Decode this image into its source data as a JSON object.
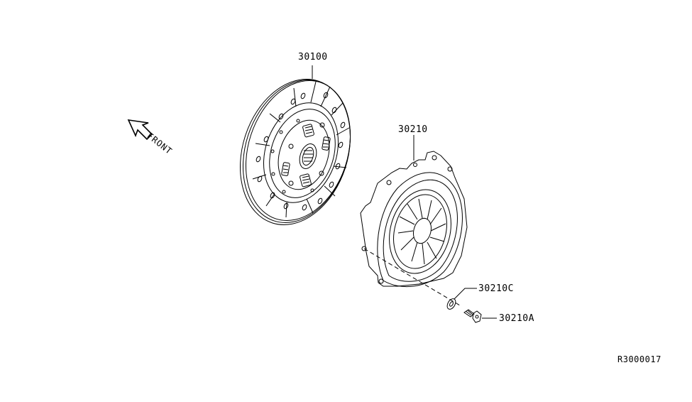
{
  "diagram": {
    "type": "exploded parts diagram",
    "subject": "clutch disc and clutch cover assembly",
    "reference_code": "R3000017",
    "orientation": {
      "label": "FRONT",
      "icon": "front-arrow-icon"
    },
    "parts": [
      {
        "id": "30100",
        "label": "30100",
        "description": "clutch disc"
      },
      {
        "id": "30210",
        "label": "30210",
        "description": "clutch cover (pressure plate)"
      },
      {
        "id": "30210C",
        "label": "30210C",
        "description": "washer"
      },
      {
        "id": "30210A",
        "label": "30210A",
        "description": "bolt"
      }
    ]
  },
  "colors": {
    "background": "#ffffff",
    "line": "#000000"
  }
}
